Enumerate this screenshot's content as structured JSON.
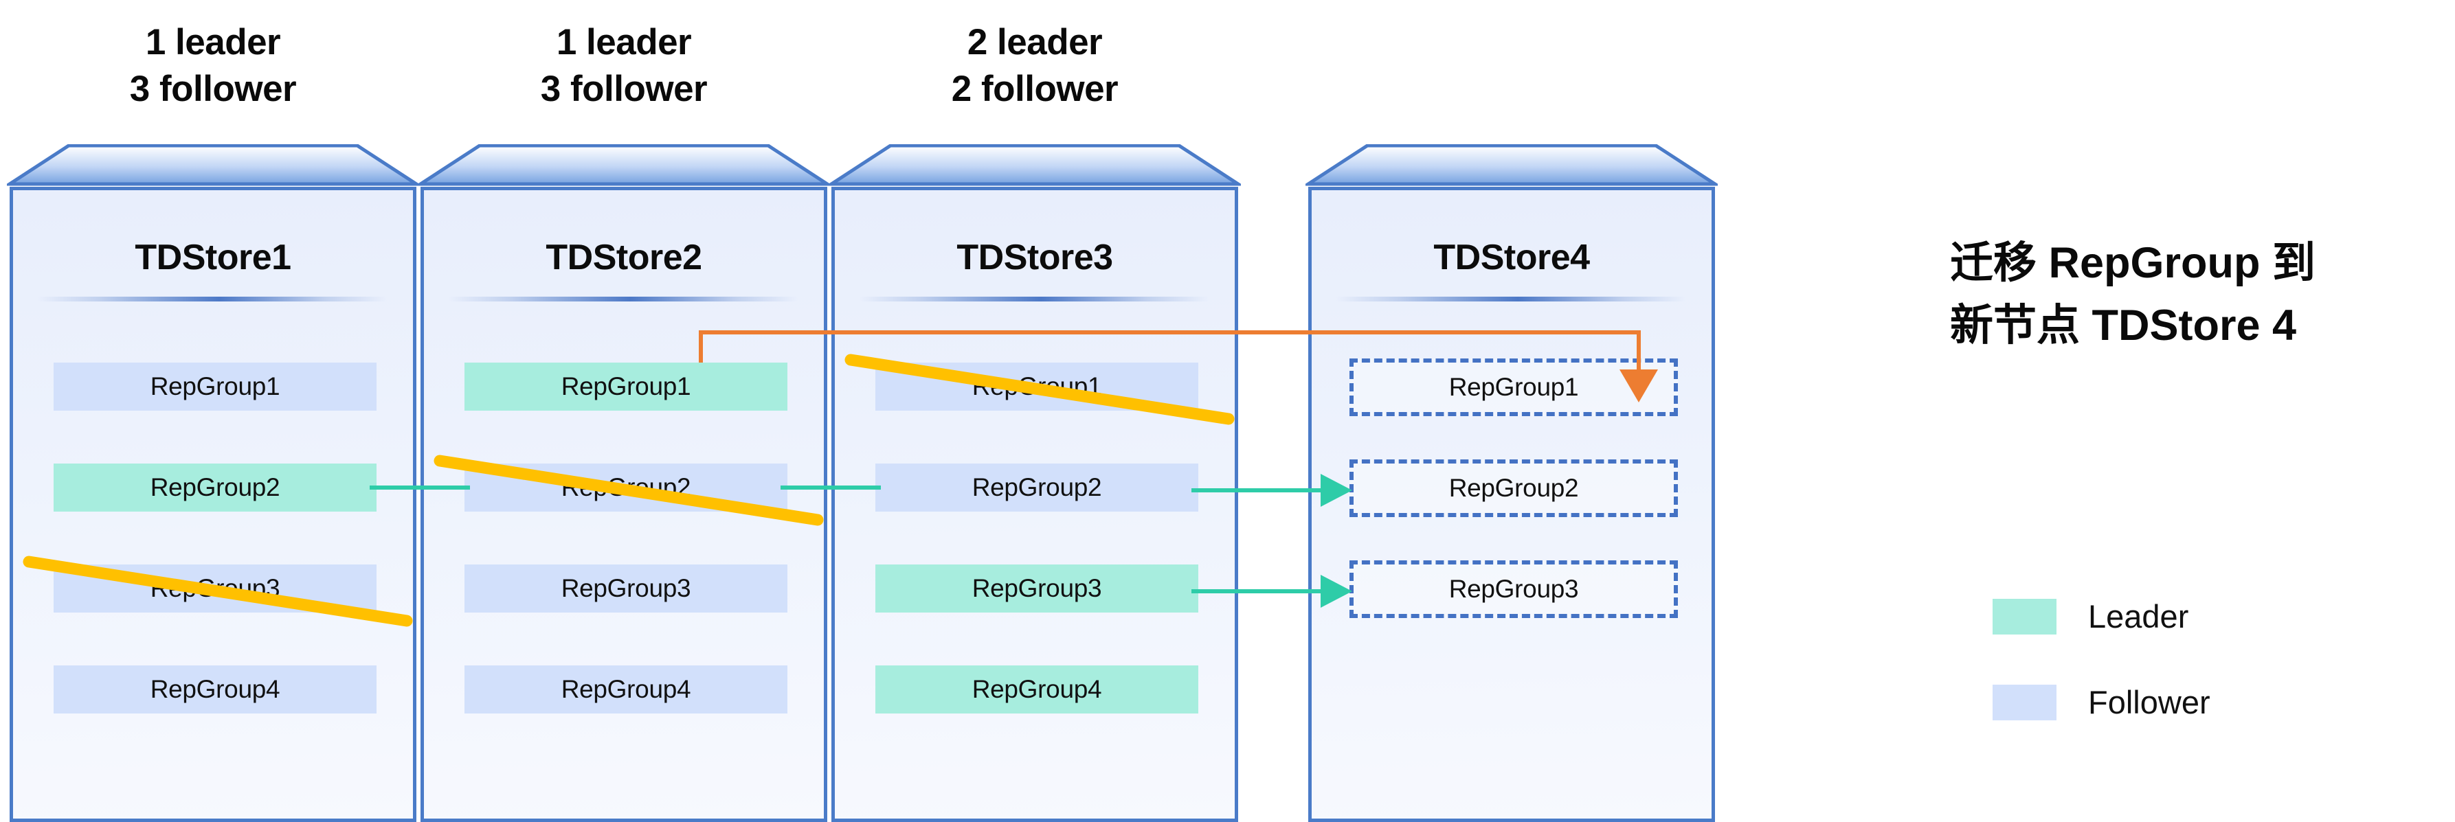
{
  "diagram": {
    "title_cn": "迁移 RepGroup 到\n新节点 TDStore 4",
    "colors": {
      "leader": "#A7EDDE",
      "follower": "#D2E0FB",
      "store_border": "#4A7BC8",
      "ghost_border": "#4472C4",
      "migrate_arrow": "#ED7D31",
      "transfer_arrow": "#2ECCA8",
      "strike": "#FFC000"
    },
    "stores": [
      {
        "name": "TDStore1",
        "caption": "1 leader\n3 follower",
        "groups": [
          {
            "label": "RepGroup1",
            "role": "follower",
            "struck": false
          },
          {
            "label": "RepGroup2",
            "role": "leader",
            "struck": false
          },
          {
            "label": "RepGroup3",
            "role": "follower",
            "struck": true
          },
          {
            "label": "RepGroup4",
            "role": "follower",
            "struck": false
          }
        ]
      },
      {
        "name": "TDStore2",
        "caption": "1 leader\n3 follower",
        "groups": [
          {
            "label": "RepGroup1",
            "role": "leader",
            "struck": false
          },
          {
            "label": "RepGroup2",
            "role": "follower",
            "struck": true
          },
          {
            "label": "RepGroup3",
            "role": "follower",
            "struck": false
          },
          {
            "label": "RepGroup4",
            "role": "follower",
            "struck": false
          }
        ]
      },
      {
        "name": "TDStore3",
        "caption": "2 leader\n2 follower",
        "groups": [
          {
            "label": "RepGroup1",
            "role": "follower",
            "struck": true
          },
          {
            "label": "RepGroup2",
            "role": "follower",
            "struck": false
          },
          {
            "label": "RepGroup3",
            "role": "leader",
            "struck": false
          },
          {
            "label": "RepGroup4",
            "role": "leader",
            "struck": false
          }
        ]
      },
      {
        "name": "TDStore4",
        "caption": "",
        "groups": [
          {
            "label": "RepGroup1",
            "role": "ghost",
            "struck": false
          },
          {
            "label": "RepGroup2",
            "role": "ghost",
            "struck": false
          },
          {
            "label": "RepGroup3",
            "role": "ghost",
            "struck": false
          }
        ]
      }
    ],
    "legend": [
      {
        "label": "Leader",
        "role": "leader"
      },
      {
        "label": "Follower",
        "role": "follower"
      }
    ]
  }
}
